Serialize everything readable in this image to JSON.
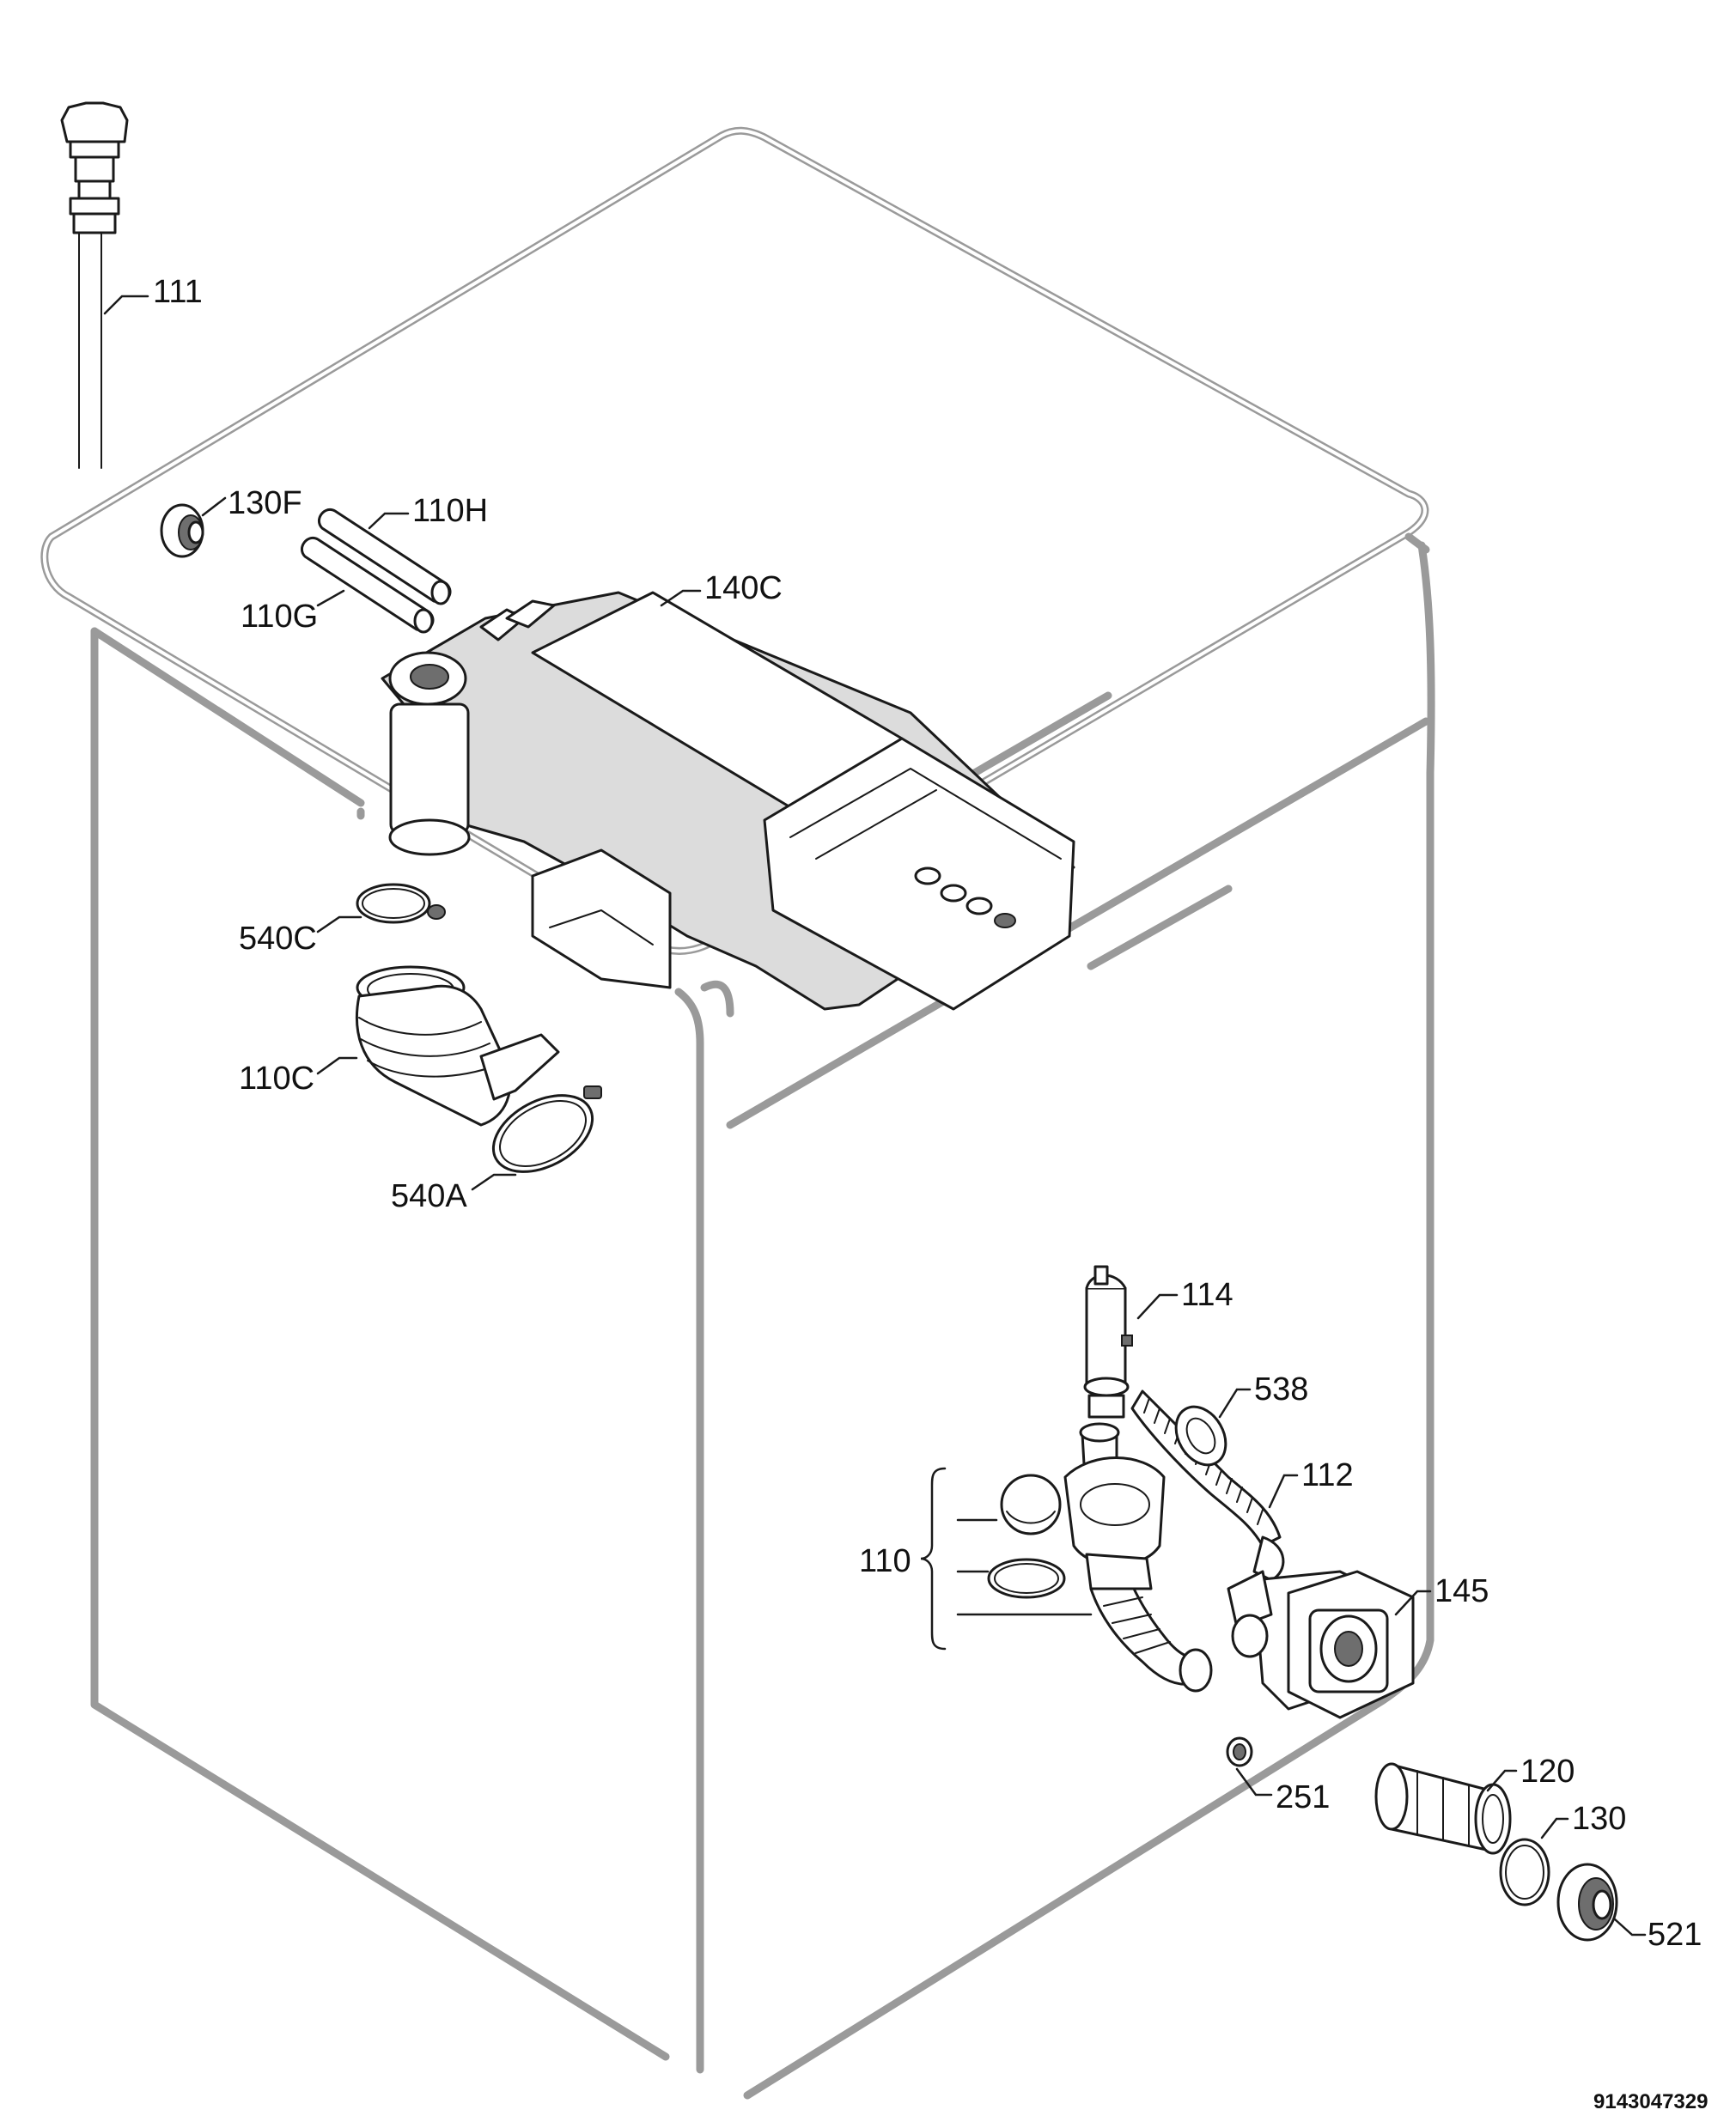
{
  "diagram": {
    "document_code": "9143047329",
    "callouts": {
      "c111": "111",
      "c130F": "130F",
      "c110H": "110H",
      "c110G": "110G",
      "c140C": "140C",
      "c540C": "540C",
      "c110C": "110C",
      "c540A": "540A",
      "c114": "114",
      "c538": "538",
      "c112": "112",
      "c110": "110",
      "c145": "145",
      "c120": "120",
      "c130": "130",
      "c251": "251",
      "c521": "521"
    }
  }
}
